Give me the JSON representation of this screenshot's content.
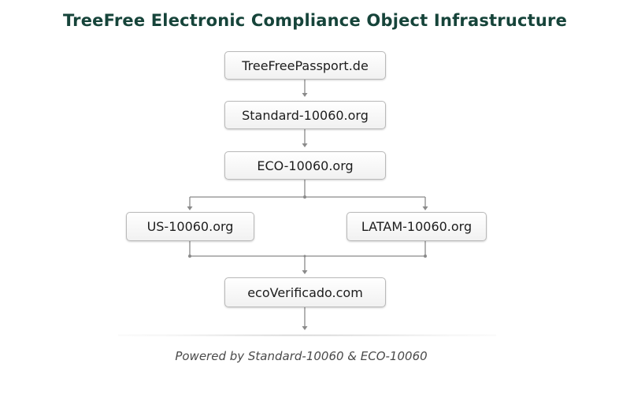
{
  "title": "TreeFree Electronic Compliance Object Infrastructure",
  "nodes": {
    "passport": "TreeFreePassport.de",
    "standard": "Standard-10060.org",
    "eco": "ECO-10060.org",
    "us": "US-10060.org",
    "latam": "LATAM-10060.org",
    "verificado": "ecoVerificado.com"
  },
  "footer": "Powered by Standard-10060 & ECO-10060",
  "colors": {
    "title": "#16443a",
    "connector": "#8a8a8a",
    "box_border": "#b9b9b9"
  }
}
